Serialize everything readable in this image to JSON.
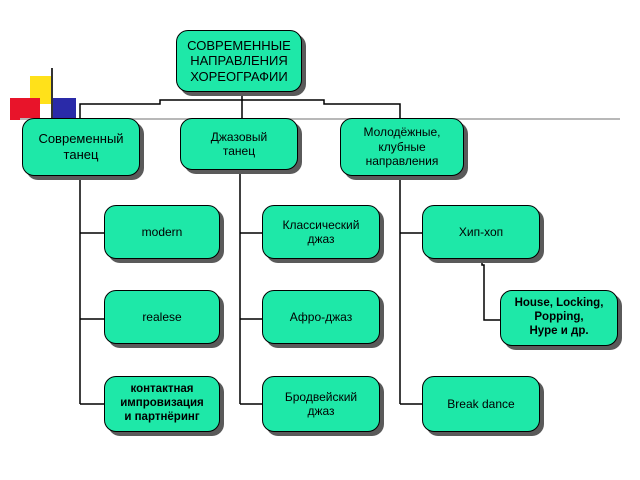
{
  "colors": {
    "node_fill": "#1ee8a8",
    "node_border": "#000000",
    "shadow": "#5a5a5a",
    "connector": "#000000",
    "deco_yellow": "#ffe11a",
    "deco_red": "#e8142a",
    "deco_blue": "#2a2aa8"
  },
  "diagram": {
    "root": {
      "label": "СОВРЕМЕННЫЕ\nНАПРАВЛЕНИЯ\nХОРЕОГРАФИИ"
    },
    "categories": [
      {
        "label": "Современный\nтанец",
        "children": [
          "modern",
          "realese",
          "контактная\nимпровизация\nи партнёринг"
        ]
      },
      {
        "label": "Джазовый\nтанец",
        "children": [
          "Классический\nджаз",
          "Афро-джаз",
          "Бродвейский\nджаз"
        ]
      },
      {
        "label": "Молодёжные,\nклубные\nнаправления",
        "children": [
          "Хип-хоп",
          "Break dance"
        ],
        "sub_of_first": "House, Locking,\nPopping,\nHype и др."
      }
    ]
  }
}
